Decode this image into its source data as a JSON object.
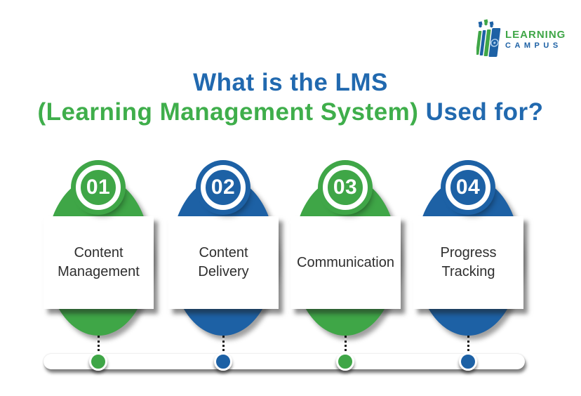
{
  "logo": {
    "name_top": "LEARNING",
    "name_bottom": "CAMPUS",
    "icon": "stacked-books-graduates-icon"
  },
  "title": {
    "line1": "What is the LMS",
    "line2_part1": "(Learning Management System)",
    "line2_part2": " Used for?"
  },
  "items": [
    {
      "number": "01",
      "label": "Content Management",
      "lines": [
        "Content",
        "Management"
      ],
      "color": "green"
    },
    {
      "number": "02",
      "label": "Content Delivery",
      "lines": [
        "Content",
        "Delivery"
      ],
      "color": "blue"
    },
    {
      "number": "03",
      "label": "Communication",
      "lines": [
        "Communication"
      ],
      "color": "green"
    },
    {
      "number": "04",
      "label": "Progress Tracking",
      "lines": [
        "Progress",
        "Tracking"
      ],
      "color": "blue"
    }
  ],
  "colors": {
    "green": "#3FA647",
    "blue": "#1D61A5",
    "title_blue": "#2169AF",
    "title_green": "#3FAE4B",
    "card_text": "#2E2E2E",
    "card_bg": "#FFFFFF"
  }
}
